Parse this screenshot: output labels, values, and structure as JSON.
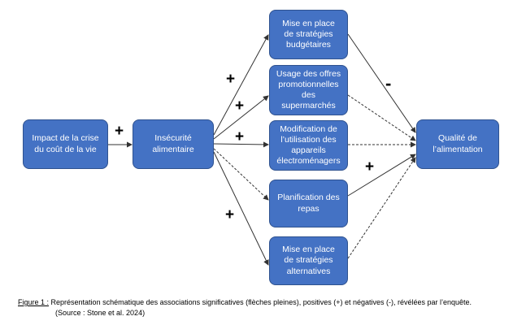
{
  "nodes": {
    "impact": "Impact de la crise\ndu coût de la vie",
    "insecurite": "Insécurité\nalimentaire",
    "budget": "Mise en place\nde stratégies\nbudgétaires",
    "promo": "Usage des offres\npromotionnelles\ndes\nsupermarchés",
    "electro": "Modification de\nl’utilisation des\nappareils\nélectroménagers",
    "planif": "Planification des\nrepas",
    "alternatives": "Mise en place\nde stratégies\nalternatives",
    "qualite": "Qualité de\nl’alimentation"
  },
  "signs": {
    "impact_insecurite": "+",
    "to_budget": "+",
    "to_promo": "+",
    "to_electro": "+",
    "to_alternatives": "+",
    "budget_qualite": "-",
    "planif_qualite": "+"
  },
  "caption": {
    "label": "Figure 1 :",
    "text": " Représentation schématique des associations significatives (flèches pleines), positives (+) et négatives (-), révélées par l’enquête.",
    "source": "(Source : Stone et al. 2024)"
  },
  "colors": {
    "node_fill": "#4472c4",
    "node_border": "#2f528f",
    "node_text": "#ffffff",
    "line": "#333333"
  }
}
